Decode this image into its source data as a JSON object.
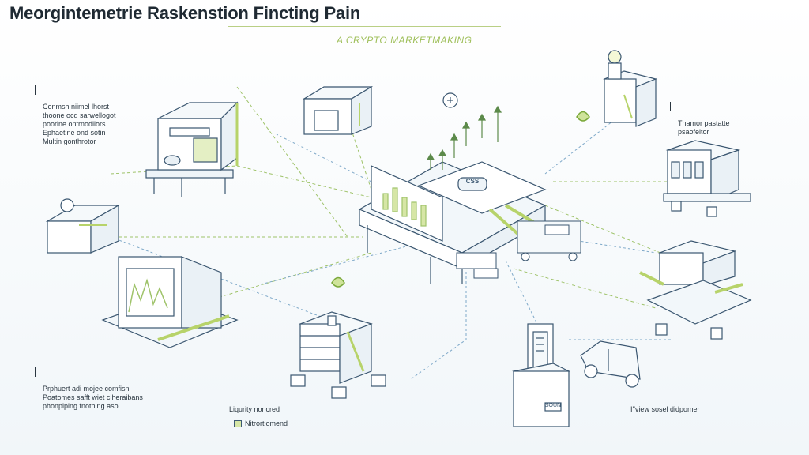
{
  "title": "Meorgintemetrie Raskenstion Fincting Pain",
  "subtitle": "A CRYPTO MARKETMAKING",
  "notes": {
    "top_left": "Conmsh niimel lhorst\nthoone ocd sarwellogot\npoorine ontrnodliors\nEphaetine ond sotin\nMultin gonthrotor",
    "top_right": "Thamor pastatte\npsaofeltor",
    "bottom_left": "Prphuert adi mojee comfisn\nPoatomes safft wiet ciheraibans\nphonpiping fnothing aso"
  },
  "legend": {
    "item1": "Liqurity noncred",
    "item2": "Nitrortiomend",
    "item3": "I''view sosel didpomer"
  },
  "labels": {
    "center_badge": "CSS",
    "kiosk_sign": "SOUN"
  },
  "colors": {
    "outline": "#3a5670",
    "accent_green": "#b7d36a",
    "accent_blue": "#7fa9c9",
    "dash": "#9fc36a"
  }
}
